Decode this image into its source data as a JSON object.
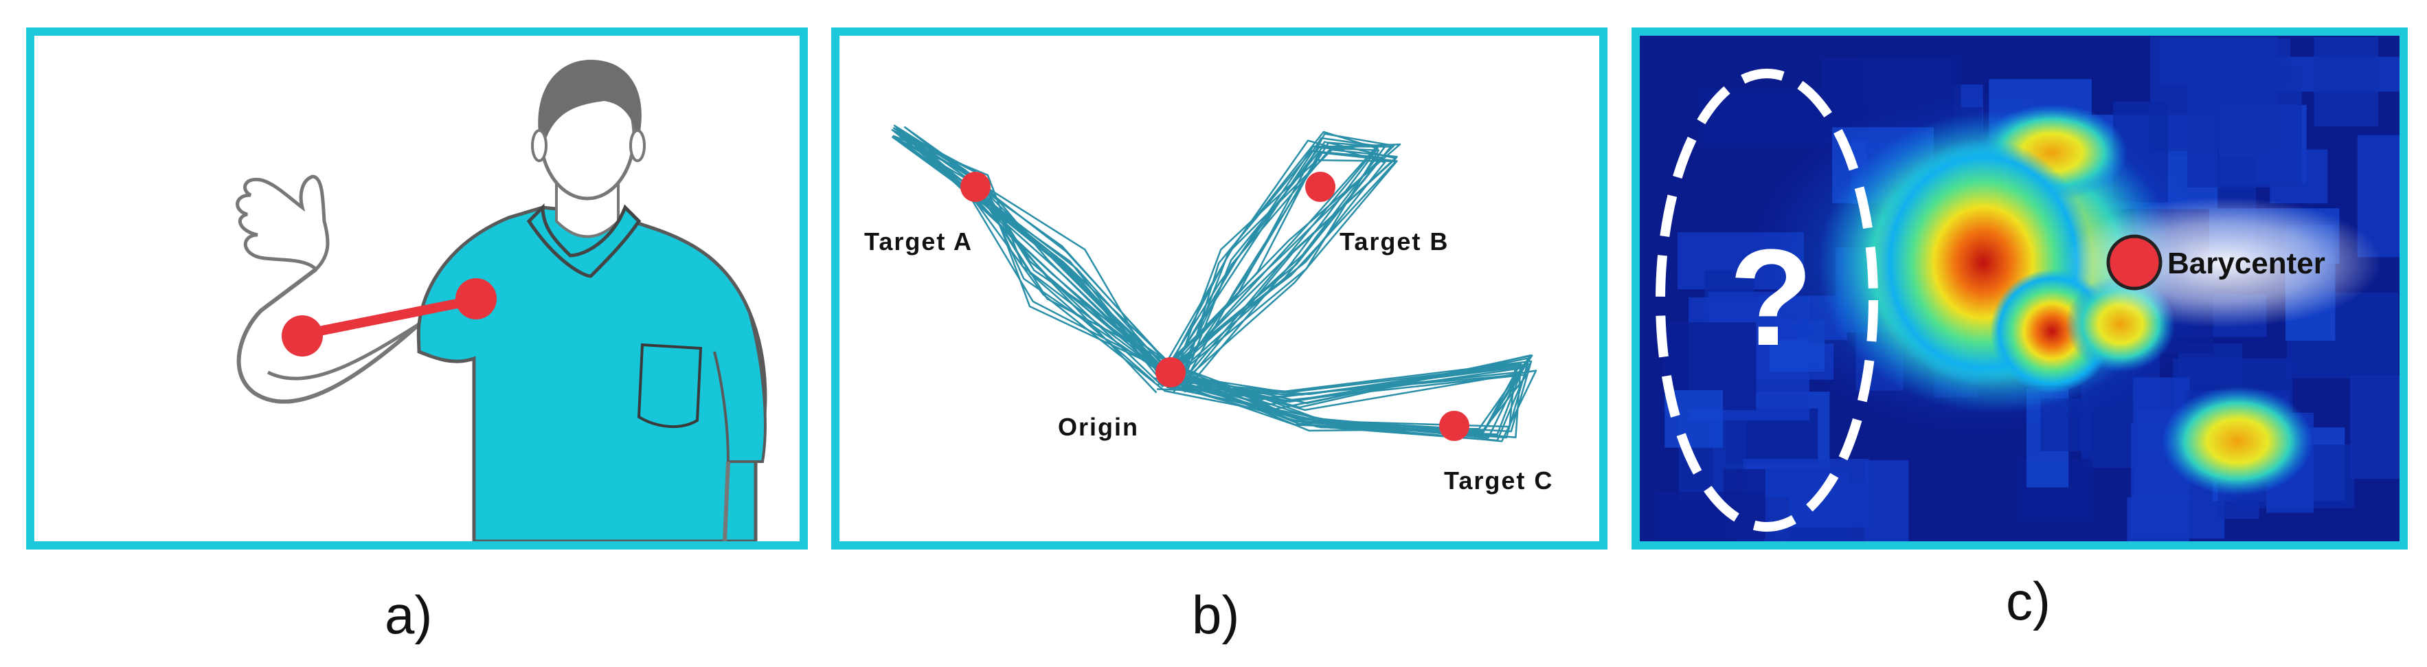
{
  "panels": [
    {
      "caption": "a)"
    },
    {
      "caption": "b)",
      "labels": {
        "target_a": "Target A",
        "target_b": "Target B",
        "target_c": "Target C",
        "origin": "Origin"
      }
    },
    {
      "caption": "c)",
      "labels": {
        "barycenter": "Barycenter",
        "unknown": "?"
      }
    }
  ],
  "colors": {
    "frame": "#1ec8dc",
    "shirt": "#18c6da",
    "marker": "#e8343c",
    "trajectory": "#2a8fa8",
    "heatmap_background": "#0a1b8c"
  },
  "icons": [
    "person-illustration",
    "shoulder-to-hand-segment",
    "target-marker",
    "barycenter-marker",
    "question-mark"
  ]
}
